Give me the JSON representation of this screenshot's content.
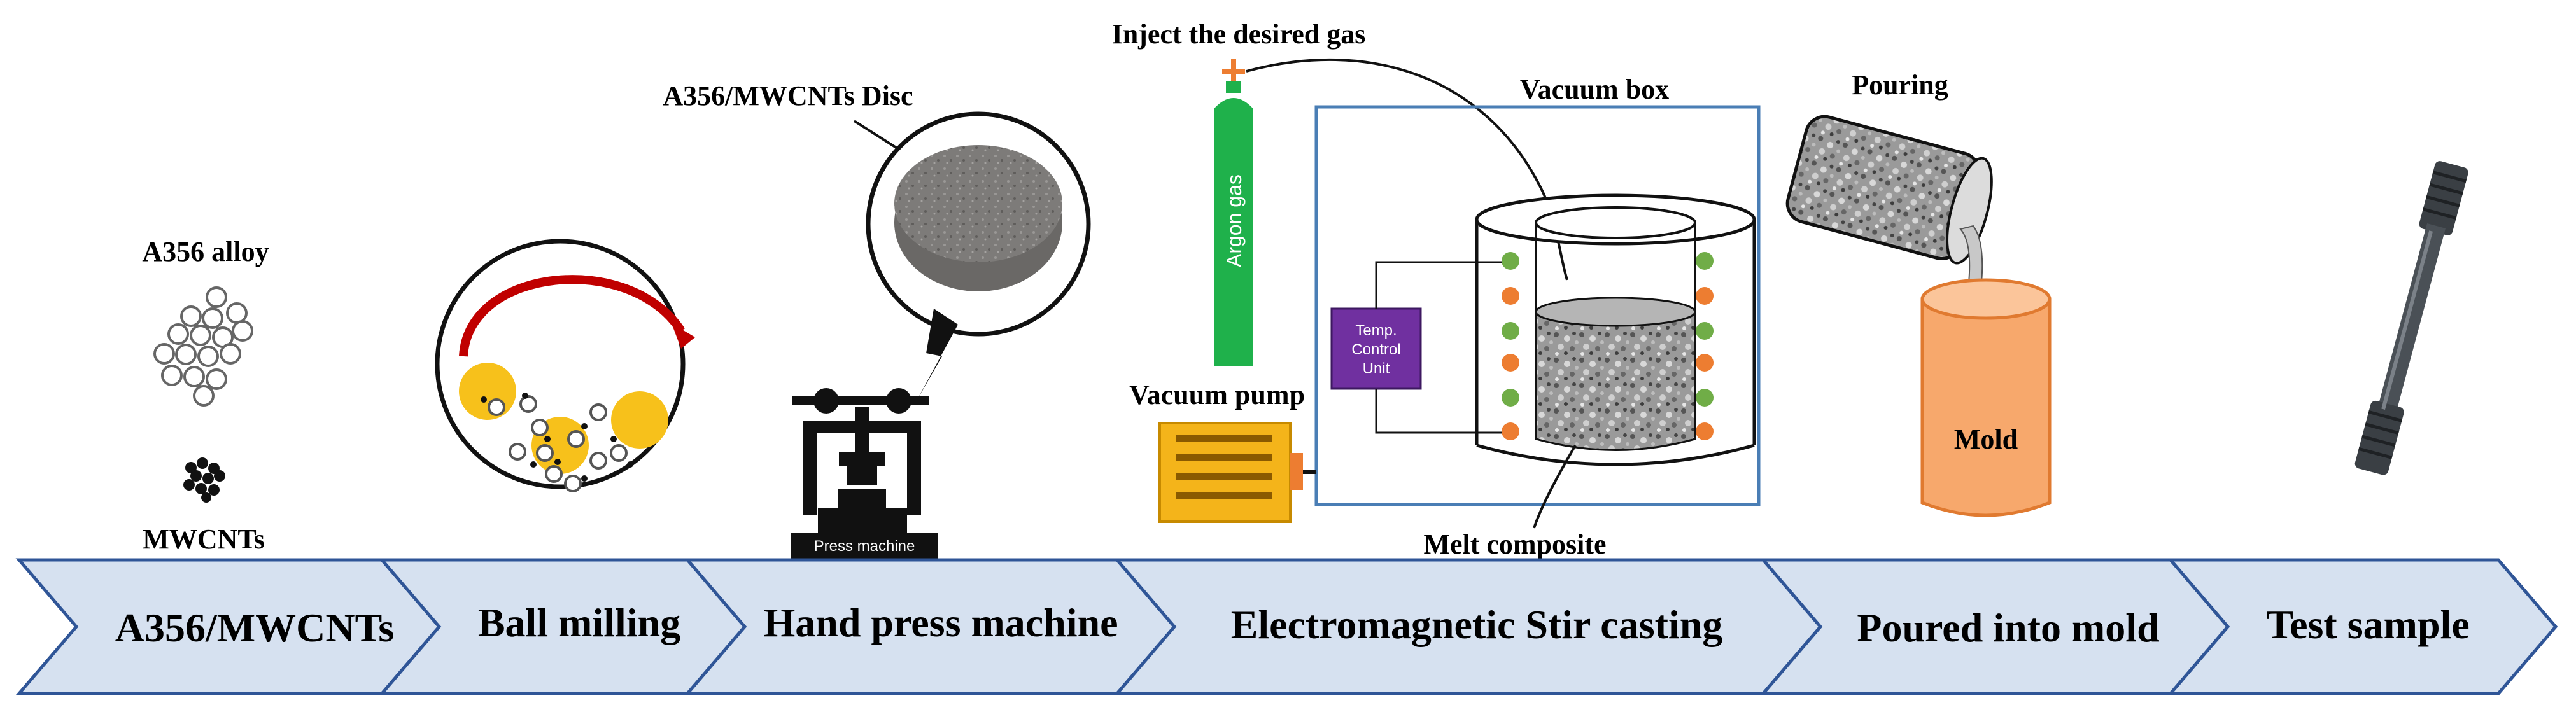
{
  "labels": {
    "a356_alloy": "A356 alloy",
    "mwcnts": "MWCNTs",
    "disc": "A356/MWCNTs Disc",
    "press_machine": "Press machine",
    "inject_gas": "Inject the desired gas",
    "argon_gas": "Argon gas",
    "vacuum_pump": "Vacuum pump",
    "vacuum_box": "Vacuum box",
    "temp_unit_line1": "Temp.",
    "temp_unit_line2": "Control",
    "temp_unit_line3": "Unit",
    "melt_composite": "Melt composite",
    "pouring": "Pouring",
    "mold": "Mold"
  },
  "stages": [
    {
      "label": "A356/MWCNTs"
    },
    {
      "label": "Ball milling"
    },
    {
      "label": "Hand press machine"
    },
    {
      "label": "Electromagnetic Stir casting"
    },
    {
      "label": "Poured into mold"
    },
    {
      "label": "Test sample"
    }
  ],
  "colors": {
    "chevron_fill": "#d6e1f0",
    "chevron_stroke": "#2f5597",
    "ball_yellow": "#f7c11b",
    "arrow_red": "#c00000",
    "cylinder_green": "#1fb14b",
    "pump_orange": "#f4b41a",
    "temp_unit_purple": "#7030a0",
    "mold_orange": "#f7a86c",
    "coil_green": "#70ad47",
    "coil_orange": "#ed7d31",
    "box_stroke": "#4a7eb5"
  }
}
